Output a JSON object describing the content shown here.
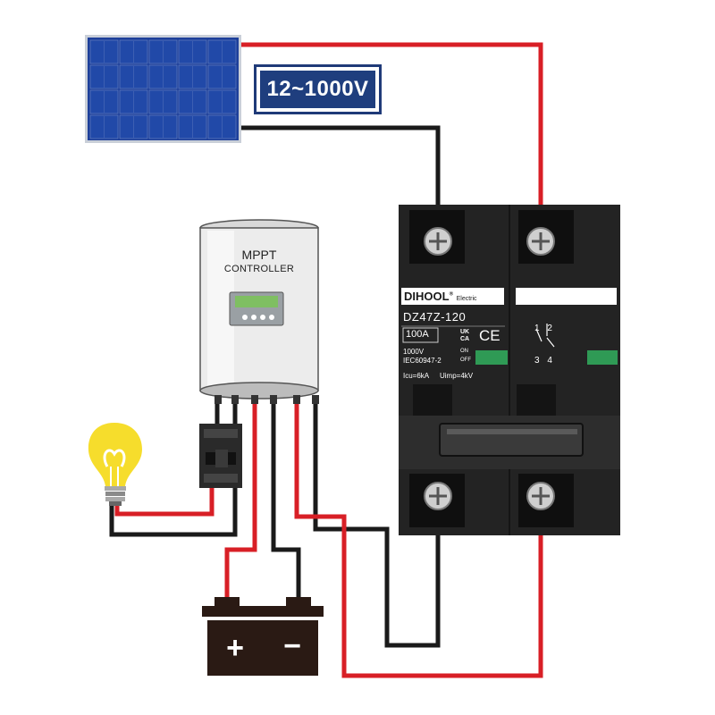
{
  "solar_panel": {
    "voltage_label": "12~1000V"
  },
  "controller": {
    "line1": "MPPT",
    "line2": "CONTROLLER"
  },
  "breaker": {
    "brand": "DIHOOL",
    "brand_suffix": "Electric",
    "model": "DZ47Z-120",
    "rating": "100A",
    "marks": "UK CA",
    "ce": "CE",
    "voltage": "1000V",
    "standard": "IEC60947-2",
    "on_label": "ON",
    "off_label": "OFF",
    "icu": "Icu=6kA",
    "uimp": "Uimp=4kV",
    "terminal_top": "1 2",
    "terminal_bottom": "3 4"
  },
  "battery": {
    "plus": "+",
    "minus": "−"
  },
  "colors": {
    "positive_wire": "#d81f26",
    "negative_wire": "#1a1a1a",
    "panel_blue": "#1d3f9a",
    "bulb_yellow": "#f6dd2c"
  }
}
